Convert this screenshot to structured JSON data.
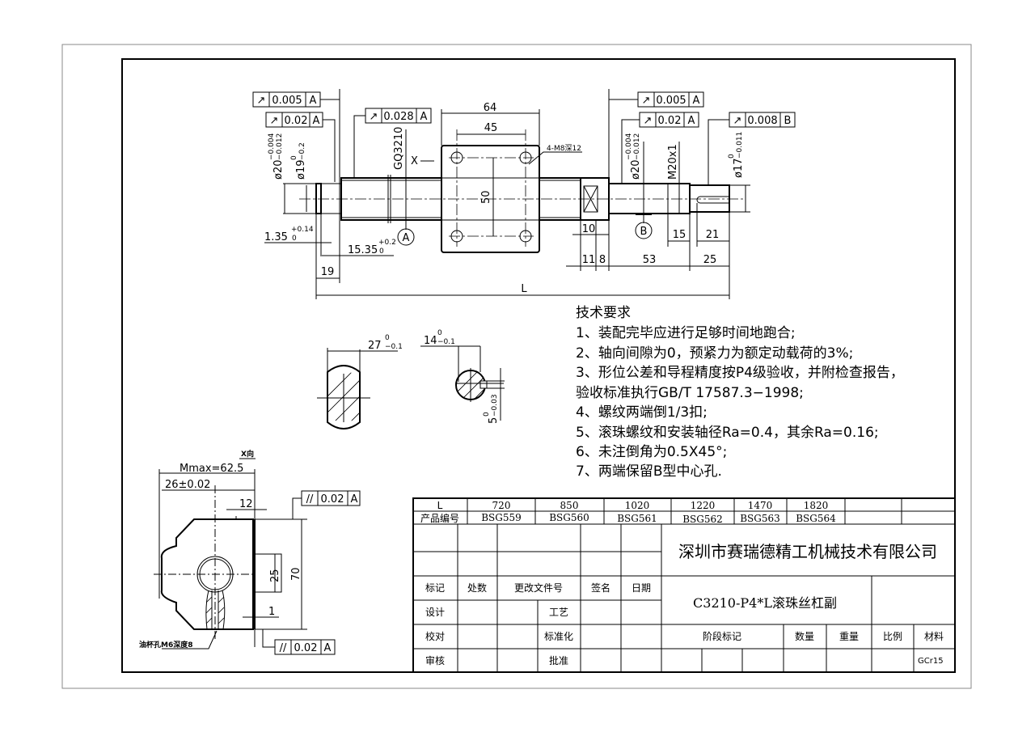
{
  "main_view": {
    "fcf": [
      {
        "symbol": "↗",
        "value": "0.005",
        "datum": "A"
      },
      {
        "symbol": "↗",
        "value": "0.02",
        "datum": "A"
      },
      {
        "symbol": "↗",
        "value": "0.028",
        "datum": "A"
      },
      {
        "symbol": "↗",
        "value": "0.005",
        "datum": "A"
      },
      {
        "symbol": "↗",
        "value": "0.02",
        "datum": "A"
      },
      {
        "symbol": "↗",
        "value": "0.008",
        "datum": "B"
      }
    ],
    "dia_left_20": "ø20",
    "dia_left_20_tol_up": "−0.004",
    "dia_left_20_tol_lo": "−0.012",
    "dia_left_19": "ø19",
    "dia_left_19_tol_up": "0",
    "dia_left_19_tol_lo": "−0.2",
    "screw_code": "GQ3210",
    "x_marker": "X",
    "nut_width": "64",
    "hole_pitch_x": "45",
    "hole_pitch_y": "50",
    "hole_note": "4-M8深12",
    "dim_1_35": "1.35",
    "dim_1_35_tol_up": "+0.14",
    "dim_1_35_tol_lo": "0",
    "dim_15_35": "15.35",
    "dim_15_35_tol_up": "+0.2",
    "dim_15_35_tol_lo": "0",
    "datum_a": "A",
    "datum_b": "B",
    "dim_19": "19",
    "dim_10": "10",
    "dim_11": "11",
    "dim_8": "8",
    "dim_53": "53",
    "dim_25": "25",
    "dim_15": "15",
    "dim_21": "21",
    "dim_L": "L",
    "dia_right_20": "ø20",
    "dia_right_20_tol_up": "−0.004",
    "dia_right_20_tol_lo": "−0.012",
    "thread": "M20x1",
    "dia_17": "ø17",
    "dia_17_tol_up": "0",
    "dia_17_tol_lo": "−0.011"
  },
  "sections": {
    "flat_width": "27",
    "flat_tol_up": "0",
    "flat_tol_lo": "−0.1",
    "key_depth": "14",
    "key_tol_up": "0",
    "key_tol_lo": "−0.1",
    "key_width": "5",
    "key_w_tol_up": "0",
    "key_w_tol_lo": "−0.03"
  },
  "x_view": {
    "title": "X向",
    "mmax": "Mmax=62.5",
    "dim_26": "26±0.02",
    "dim_12": "12",
    "dim_25": "25",
    "dim_70": "70",
    "dim_1": "1",
    "oil_note": "油杯孔M6深度8",
    "fcf": [
      {
        "symbol": "//",
        "value": "0.02",
        "datum": "A"
      },
      {
        "symbol": "//",
        "value": "0.02",
        "datum": "A"
      }
    ]
  },
  "tech_requirements": {
    "title": "技术要求",
    "items": [
      "1、装配完毕应进行足够时间地跑合;",
      "2、轴向间隙为0，预紧力为额定动载荷的3%;",
      "3、形位公差和导程精度按P4级验收，并附检查报告，",
      "验收标准执行GB/T  17587.3−1998;",
      "4、螺纹两端倒1/3扣;",
      "5、滚珠螺纹和安装轴径Ra=0.4，其余Ra=0.16;",
      "6、未注倒角为0.5X45°;",
      "7、两端保留B型中心孔."
    ]
  },
  "title_block": {
    "length_label": "L",
    "lengths": [
      "720",
      "850",
      "1020",
      "1220",
      "1470",
      "1820"
    ],
    "product_label": "产品编号",
    "products": [
      "BSG559",
      "BSG560",
      "BSG561",
      "BSG562",
      "BSG563",
      "BSG564"
    ],
    "company": "深圳市赛瑞德精工机械技术有限公司",
    "drawing_title": "C3210-P4*L滚珠丝杠副",
    "mark": "标记",
    "count": "处数",
    "change_doc": "更改文件号",
    "sign": "签名",
    "date": "日期",
    "design": "设计",
    "process": "工艺",
    "check": "校对",
    "standardize": "标准化",
    "review": "审核",
    "approve": "批准",
    "stage_mark": "阶段标记",
    "quantity": "数量",
    "weight": "重量",
    "scale": "比例",
    "material_label": "材料",
    "material": "GCr15"
  }
}
